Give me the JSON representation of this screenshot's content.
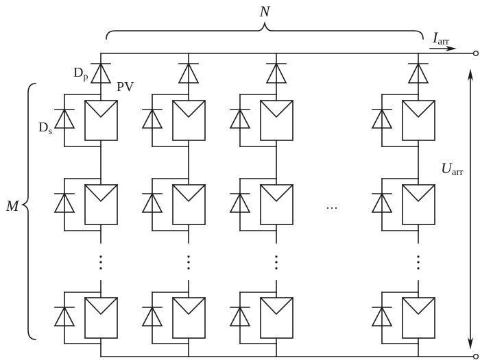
{
  "diagram": {
    "title": "PV array with series bypass diodes and parallel blocking diodes",
    "labels": {
      "columns_symbol": "N",
      "rows_symbol": "M",
      "blocking_diode_main": "D",
      "blocking_diode_sub": "p",
      "bypass_diode_main": "D",
      "bypass_diode_sub": "s",
      "pv_label": "PV",
      "current_main": "I",
      "current_sub": "arr",
      "voltage_main": "U",
      "voltage_sub": "arr",
      "horizontal_ellipsis": "···",
      "vertical_ellipsis": "⋮"
    },
    "columns": [
      {
        "id": "string-1",
        "has_module_rows": [
          true,
          true,
          true
        ]
      },
      {
        "id": "string-2",
        "has_module_rows": [
          true,
          true,
          true
        ]
      },
      {
        "id": "string-3",
        "has_module_rows": [
          true,
          true,
          true
        ]
      },
      {
        "id": "string-N",
        "has_module_rows": [
          true,
          true,
          true
        ]
      }
    ],
    "stroke_color": "#1a1a1a",
    "background": "#ffffff"
  }
}
